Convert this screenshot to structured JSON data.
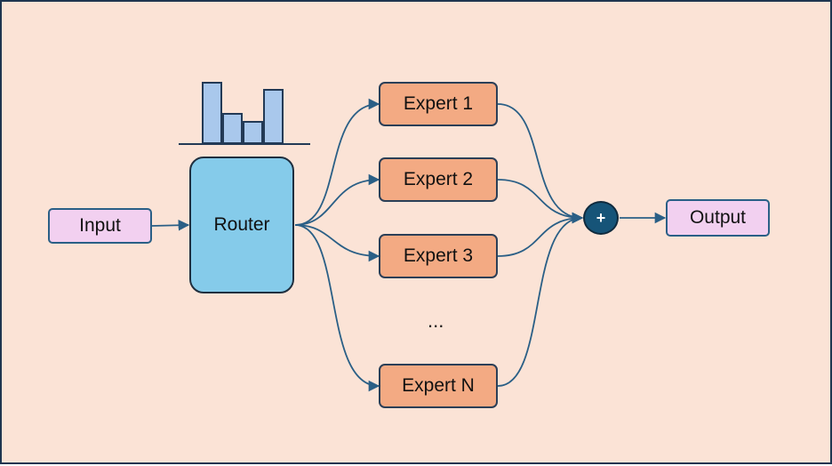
{
  "nodes": {
    "input": "Input",
    "router": "Router",
    "experts": [
      "Expert 1",
      "Expert 2",
      "Expert 3",
      "Expert N"
    ],
    "ellipsis": "...",
    "combine": "+",
    "output": "Output"
  },
  "histogram": {
    "values": [
      1.0,
      0.5,
      0.37,
      0.88
    ]
  },
  "colors": {
    "background": "#fbe3d6",
    "io_fill": "#f2d0f0",
    "router_fill": "#85cbea",
    "expert_fill": "#f3aa83",
    "combine_fill": "#165478",
    "arrow": "#2a5f86",
    "histogram_fill": "#a9c8ec"
  }
}
